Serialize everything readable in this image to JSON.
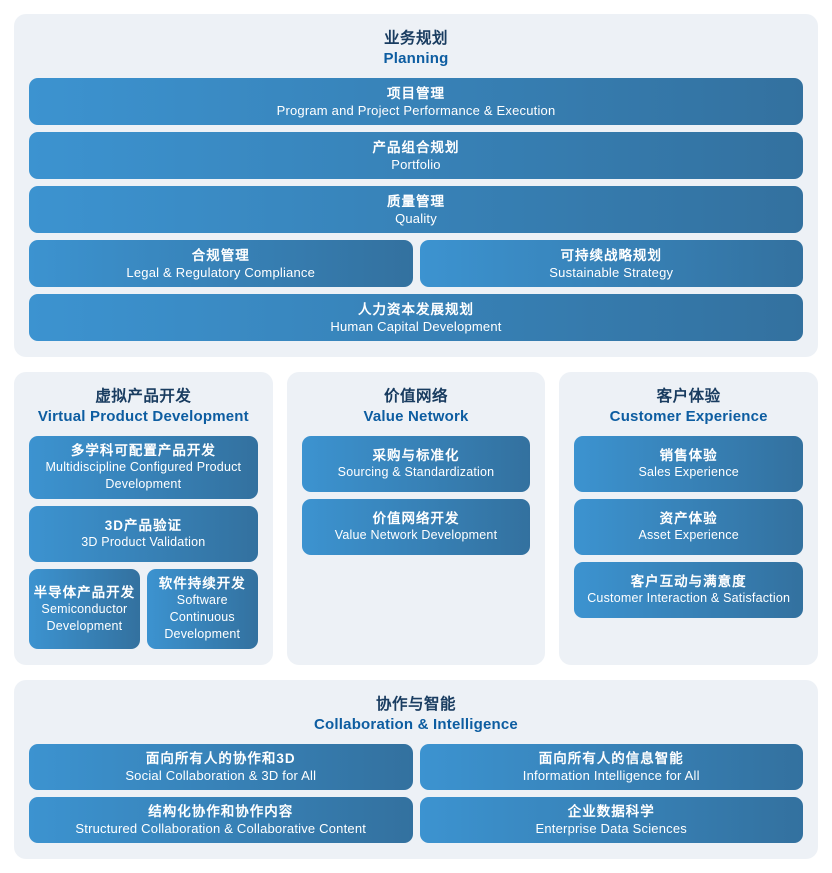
{
  "colors": {
    "panel_bg": "#edf1f6",
    "tile_gradient_start": "#3c93d0",
    "tile_gradient_end": "#33719f",
    "heading_zh": "#193c60",
    "heading_en": "#0d5da1",
    "tile_text": "#ffffff"
  },
  "planning": {
    "title_zh": "业务规划",
    "title_en": "Planning",
    "bars": {
      "program": {
        "zh": "项目管理",
        "en": "Program and Project Performance & Execution"
      },
      "portfolio": {
        "zh": "产品组合规划",
        "en": "Portfolio"
      },
      "quality": {
        "zh": "质量管理",
        "en": "Quality"
      },
      "compliance": {
        "zh": "合规管理",
        "en": "Legal & Regulatory Compliance"
      },
      "sustainable": {
        "zh": "可持续战略规划",
        "en": "Sustainable Strategy"
      },
      "human_capital": {
        "zh": "人力资本发展规划",
        "en": "Human Capital Development"
      }
    }
  },
  "virtual_product_development": {
    "title_zh": "虚拟产品开发",
    "title_en": "Virtual Product Development",
    "boxes": {
      "multidiscipline": {
        "zh": "多学科可配置产品开发",
        "en": "Multidiscipline Configured Product Development"
      },
      "validation_3d": {
        "zh": "3D产品验证",
        "en": "3D Product Validation"
      },
      "semiconductor": {
        "zh": "半导体产品开发",
        "en": "Semiconductor Development"
      },
      "software": {
        "zh": "软件持续开发",
        "en": "Software Continuous Development"
      }
    }
  },
  "value_network": {
    "title_zh": "价值网络",
    "title_en": "Value Network",
    "boxes": {
      "sourcing": {
        "zh": "采购与标准化",
        "en": "Sourcing & Standardization"
      },
      "development": {
        "zh": "价值网络开发",
        "en": "Value Network Development"
      }
    }
  },
  "customer_experience": {
    "title_zh": "客户体验",
    "title_en": "Customer Experience",
    "boxes": {
      "sales": {
        "zh": "销售体验",
        "en": "Sales Experience"
      },
      "asset": {
        "zh": "资产体验",
        "en": "Asset Experience"
      },
      "interaction": {
        "zh": "客户互动与满意度",
        "en": "Customer Interaction & Satisfaction"
      }
    }
  },
  "collaboration_intelligence": {
    "title_zh": "协作与智能",
    "title_en": "Collaboration & Intelligence",
    "boxes": {
      "social": {
        "zh": "面向所有人的协作和3D",
        "en": "Social Collaboration & 3D for All"
      },
      "information": {
        "zh": "面向所有人的信息智能",
        "en": "Information Intelligence for All"
      },
      "structured": {
        "zh": "结构化协作和协作内容",
        "en": "Structured Collaboration & Collaborative Content"
      },
      "data_science": {
        "zh": "企业数据科学",
        "en": "Enterprise Data Sciences"
      }
    }
  }
}
